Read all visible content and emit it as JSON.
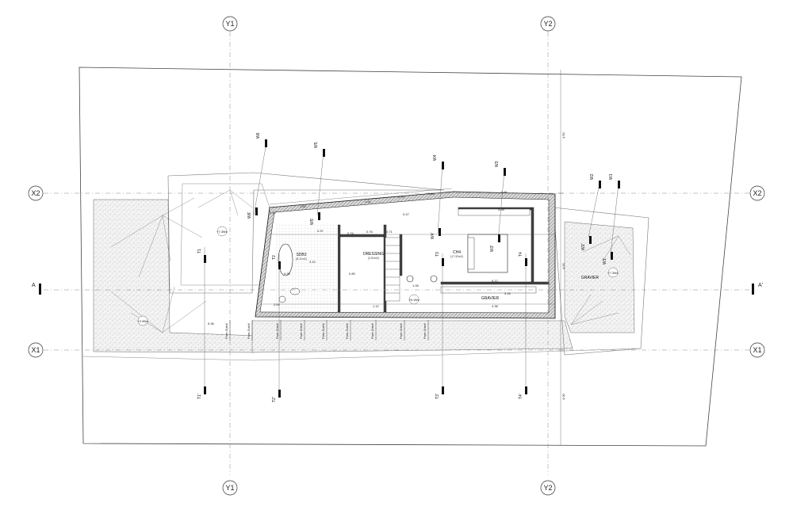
{
  "grid": {
    "y1": "Y1",
    "y2": "Y2",
    "x1": "X1",
    "x2": "X2"
  },
  "section": {
    "a": "A",
    "a_prime": "A'"
  },
  "markers": [
    {
      "id": "W6"
    },
    {
      "id": "W5"
    },
    {
      "id": "W4"
    },
    {
      "id": "W3"
    },
    {
      "id": "W2"
    },
    {
      "id": "W1"
    },
    {
      "id": "W6'"
    },
    {
      "id": "W5'"
    },
    {
      "id": "W4'"
    },
    {
      "id": "W3'"
    },
    {
      "id": "W2'"
    },
    {
      "id": "W1'"
    },
    {
      "id": "T1"
    },
    {
      "id": "T2"
    },
    {
      "id": "T3"
    },
    {
      "id": "T4"
    },
    {
      "id": "T1'"
    },
    {
      "id": "T2'"
    },
    {
      "id": "T3'"
    },
    {
      "id": "T4'"
    }
  ],
  "rooms": {
    "sdb": "SDB3",
    "sdb_area": "(8.11m2)",
    "dressing": "DRESSING",
    "dressing_area": "(3.51m2)",
    "chambre": "CH4",
    "chambre_area": "(17.32m2)",
    "gravier_right": "GRAVIER",
    "gravier_bottom": "GRAVIER"
  },
  "dimensions": {
    "d1": "1.82",
    "d2": "1.91",
    "d3": "1.84",
    "d4": "0.70",
    "d5": "0.81",
    "d6": "3.59",
    "d7": "2.97",
    "d8": "0.74",
    "d9": "0.76",
    "d10": "0.71",
    "d11": "0.90",
    "d12": "0.80",
    "d13": "1.12",
    "d14": "6.12",
    "d15": "4.38",
    "d16": "3.26",
    "d17": "5.36",
    "d18": "2.00",
    "d19": "3.10",
    "d20": "0.50",
    "d21": "4.50",
    "d22": "4.55",
    "d23": "4.00",
    "d24": "1.06",
    "d25": "0.47"
  },
  "levels": {
    "l1": "+7.39m",
    "l2": "+3.39m",
    "l3": "+7.39m",
    "l4": "+6.19m"
  },
  "facade": {
    "f1": "Pare-Soleil",
    "f2": "Pare-Soleil",
    "f3": "Pare-Soleil",
    "f4": "Pare-Soleil",
    "f5": "Pare-Soleil",
    "f6": "Pare-Soleil",
    "f7": "Pare-Soleil",
    "f8": "Pare-Soleil",
    "f9": "Pare-Soleil"
  }
}
